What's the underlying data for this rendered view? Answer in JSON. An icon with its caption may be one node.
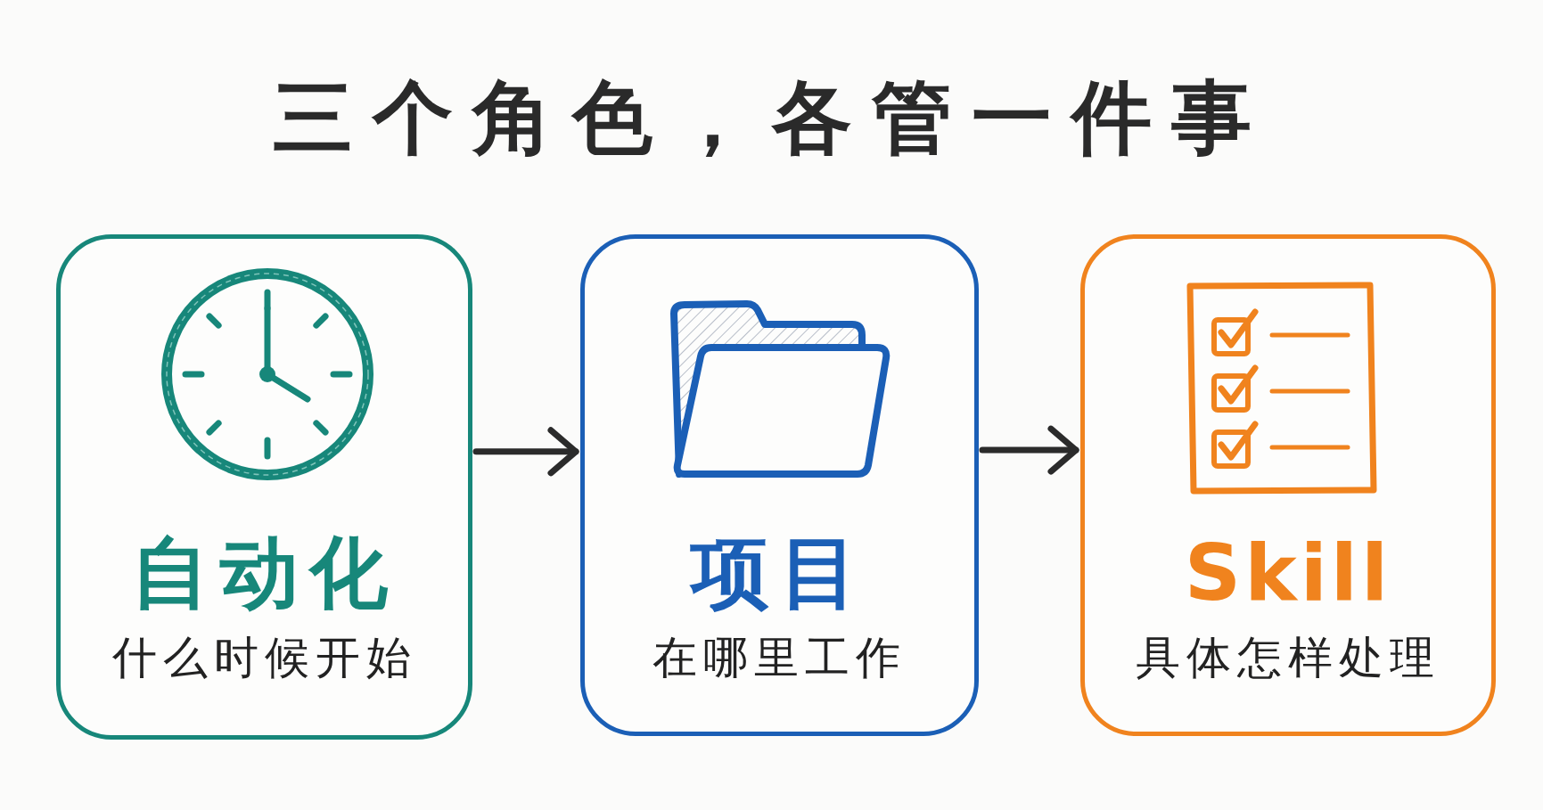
{
  "diagram": {
    "title": "三个角色，各管一件事",
    "nodes": [
      {
        "text": [
          "自动化",
          "什么时候开始"
        ]
      },
      {
        "text": [
          "项目",
          "在哪里工作"
        ]
      },
      {
        "text": [
          "Skill",
          "具体怎样处理"
        ]
      }
    ],
    "edges": [
      {
        "from": 0,
        "to": 1,
        "arrow": "to"
      },
      {
        "from": 1,
        "to": 2,
        "arrow": "to"
      }
    ]
  }
}
